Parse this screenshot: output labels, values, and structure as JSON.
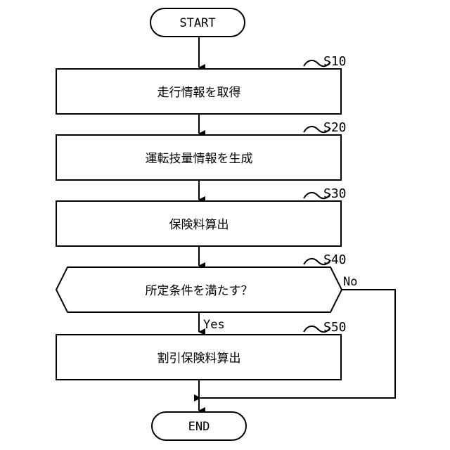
{
  "flowchart": {
    "start": "START",
    "end": "END",
    "steps": [
      {
        "id": "S10",
        "text": "走行情報を取得"
      },
      {
        "id": "S20",
        "text": "運転技量情報を生成"
      },
      {
        "id": "S30",
        "text": "保険料算出"
      },
      {
        "id": "S40",
        "text": "所定条件を満たす？"
      },
      {
        "id": "S50",
        "text": "割引保険料算出"
      }
    ],
    "branch": {
      "yes": "Yes",
      "no": "No"
    }
  }
}
